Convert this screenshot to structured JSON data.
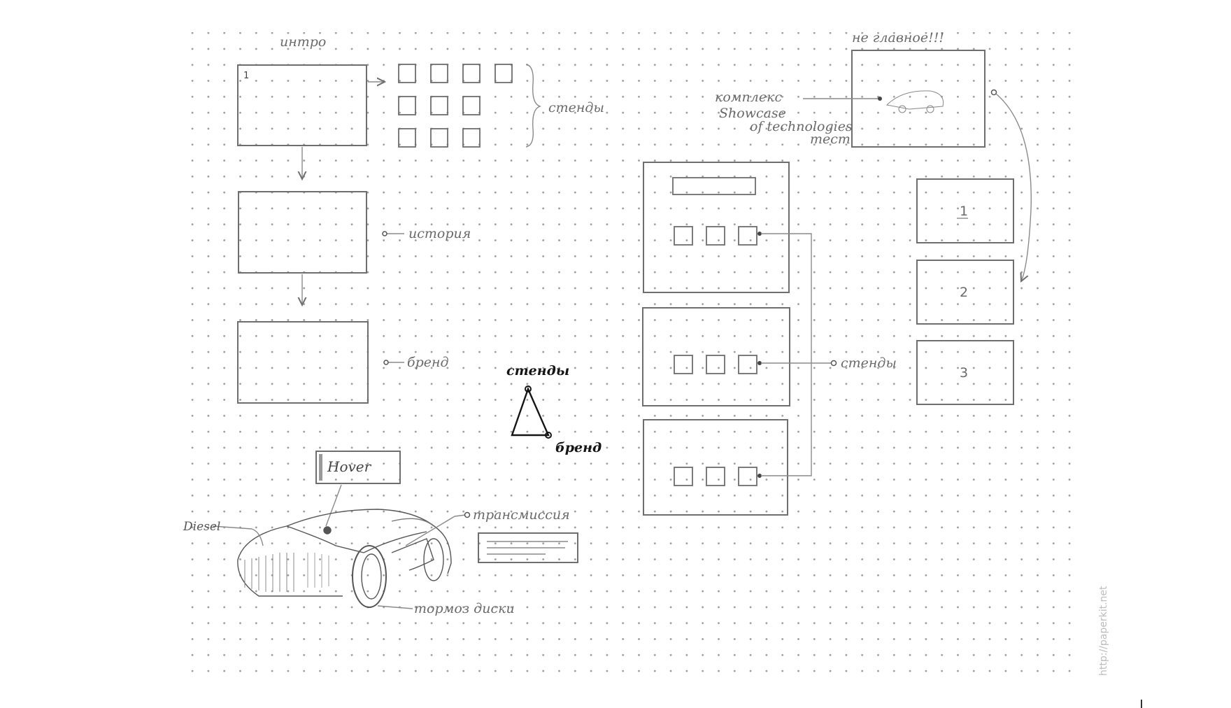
{
  "labels": {
    "intro": "интро",
    "slot_1": "1",
    "gallery_brace": "стенды",
    "history_label": "история",
    "brand_label": "бренд",
    "important": "не главное!!!",
    "complex": "комплекс",
    "showcase": "Showcase",
    "of_technologies": "of technologies",
    "tests": "тест",
    "stands_mid": "стенды",
    "num_1": "1",
    "num_2": "2",
    "num_3": "3",
    "triangle_top": "стенды",
    "triangle_right": "бренд",
    "hover": "Hover",
    "diesel": "Diesel",
    "transmission": "трансмиссия",
    "brakes": "тормоз диски",
    "watermark": "http://paperkit.net"
  },
  "colors": {
    "paper": "#ffffff",
    "pencil": "#6e6e6e",
    "ink": "#151515",
    "grid_dot": "#9a9a9a"
  }
}
